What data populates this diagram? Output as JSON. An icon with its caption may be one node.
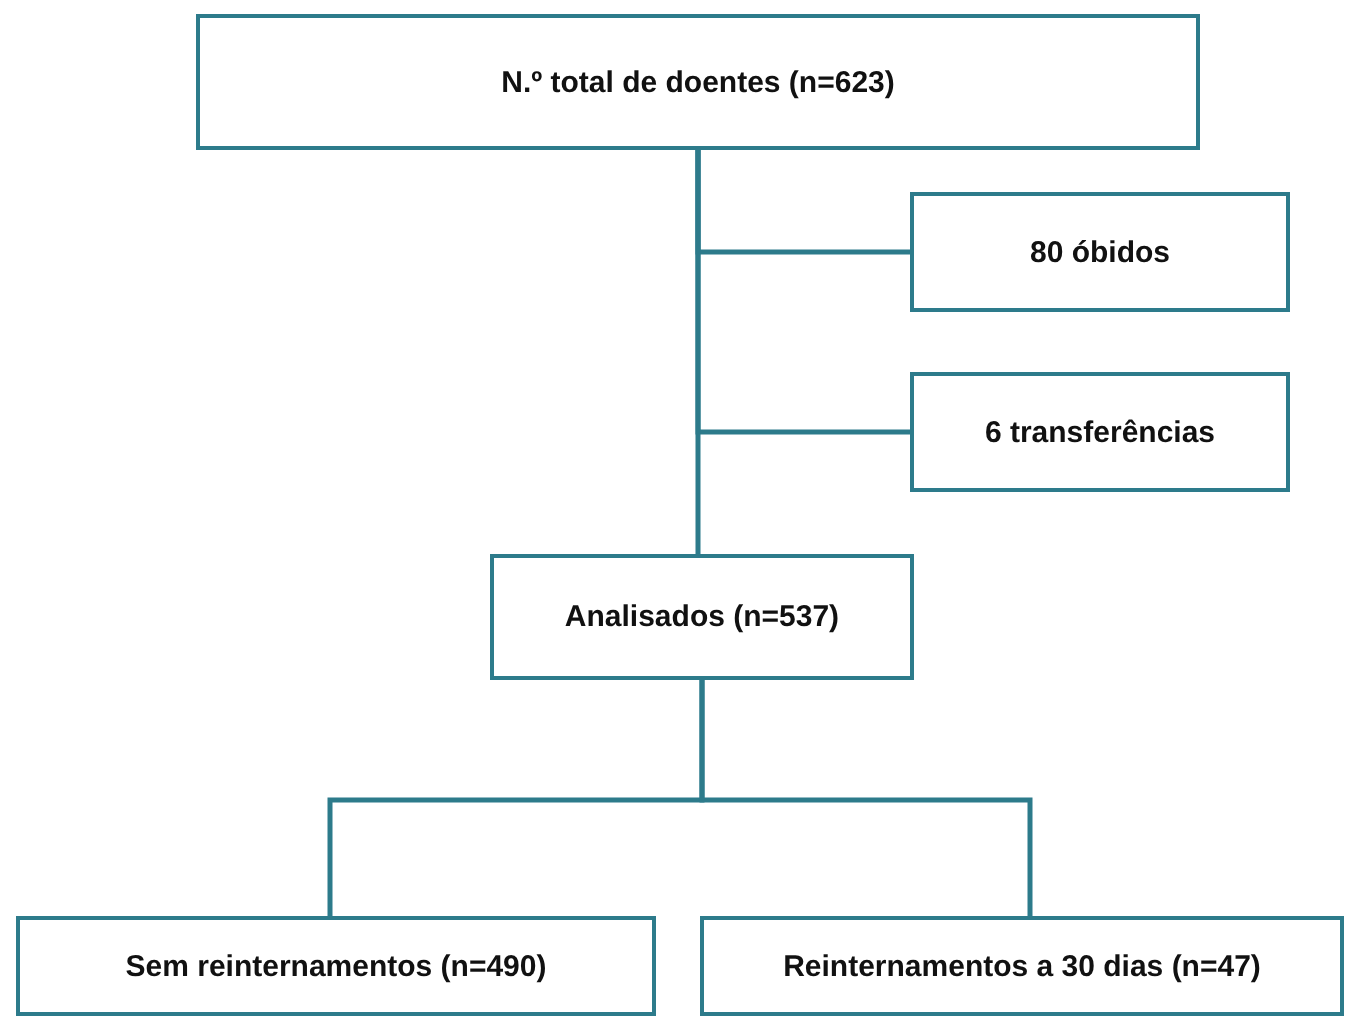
{
  "diagram": {
    "nodes": [
      {
        "text": [
          "N.º total de doentes (n=623)"
        ]
      },
      {
        "text": [
          "80 óbidos"
        ]
      },
      {
        "text": [
          "6 transferências"
        ]
      },
      {
        "text": [
          "Analisados (n=537)"
        ]
      },
      {
        "text": [
          "Sem reinternamentos (n=490)"
        ]
      },
      {
        "text": [
          "Reinternamentos a 30 dias (n=47)"
        ]
      }
    ],
    "edges": [
      {
        "from": 0,
        "to": 1,
        "arrow": "none"
      },
      {
        "from": 0,
        "to": 2,
        "arrow": "none"
      },
      {
        "from": 0,
        "to": 3,
        "arrow": "none"
      },
      {
        "from": 3,
        "to": 4,
        "arrow": "none"
      },
      {
        "from": 3,
        "to": 5,
        "arrow": "none"
      }
    ]
  }
}
